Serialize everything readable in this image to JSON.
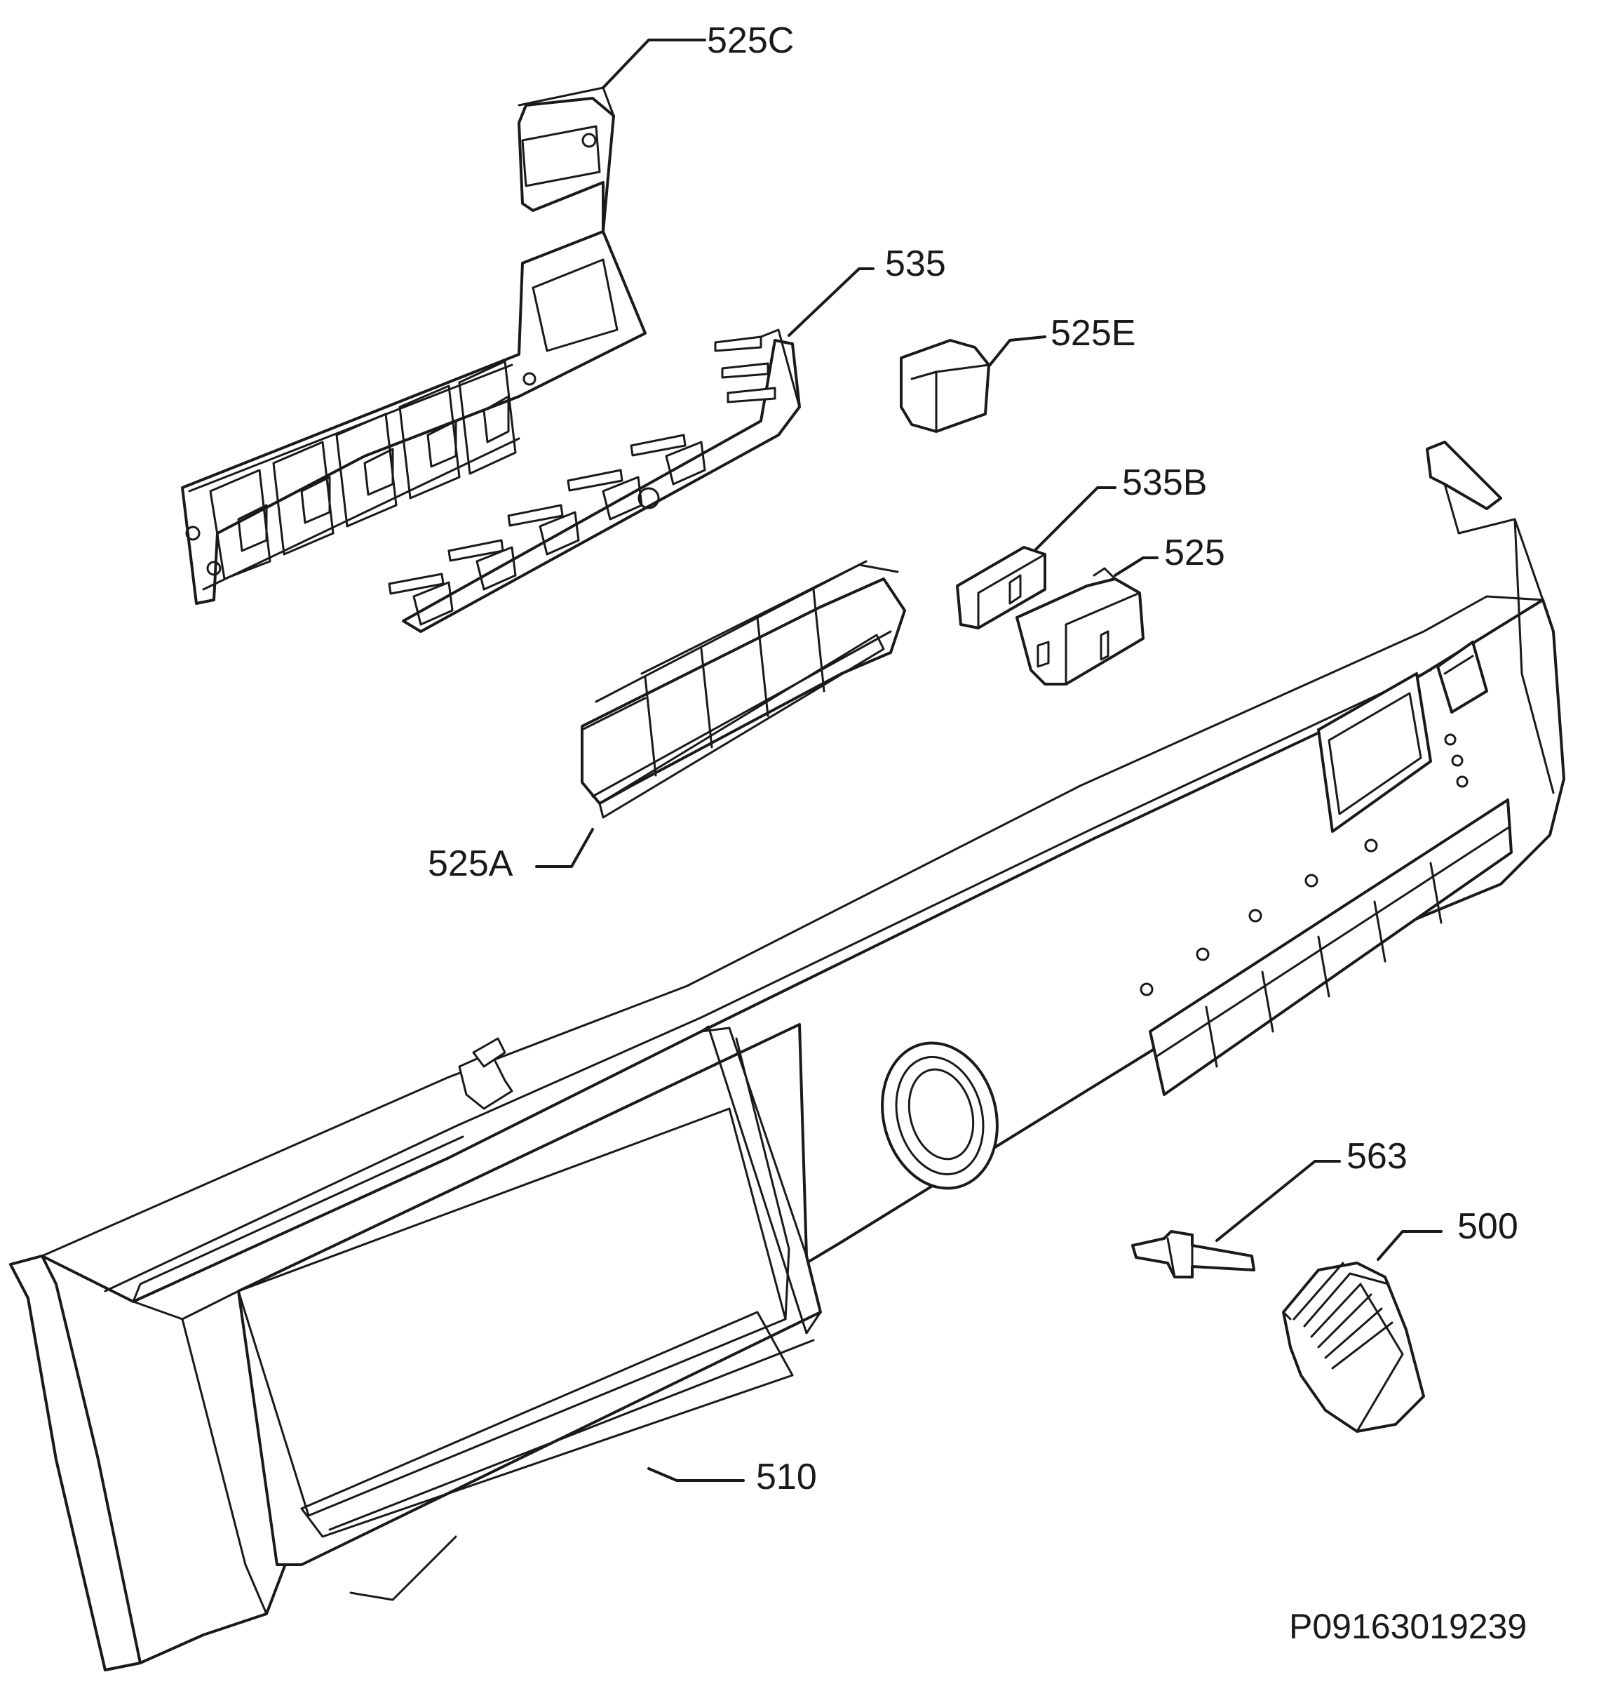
{
  "diagram": {
    "document_id": "P09163019239",
    "callouts": [
      {
        "id": "c-525C",
        "label": "525C",
        "part": "lever-frame"
      },
      {
        "id": "c-535",
        "label": "535",
        "part": "light-pipe-rail"
      },
      {
        "id": "c-525E",
        "label": "525E",
        "part": "single-button-cap"
      },
      {
        "id": "c-535B",
        "label": "535B",
        "part": "small-light-pipe"
      },
      {
        "id": "c-525",
        "label": "525",
        "part": "push-button"
      },
      {
        "id": "c-525A",
        "label": "525A",
        "part": "button-strip"
      },
      {
        "id": "c-563",
        "label": "563",
        "part": "knob-shaft"
      },
      {
        "id": "c-500",
        "label": "500",
        "part": "control-knob"
      },
      {
        "id": "c-510",
        "label": "510",
        "part": "control-panel"
      }
    ]
  }
}
